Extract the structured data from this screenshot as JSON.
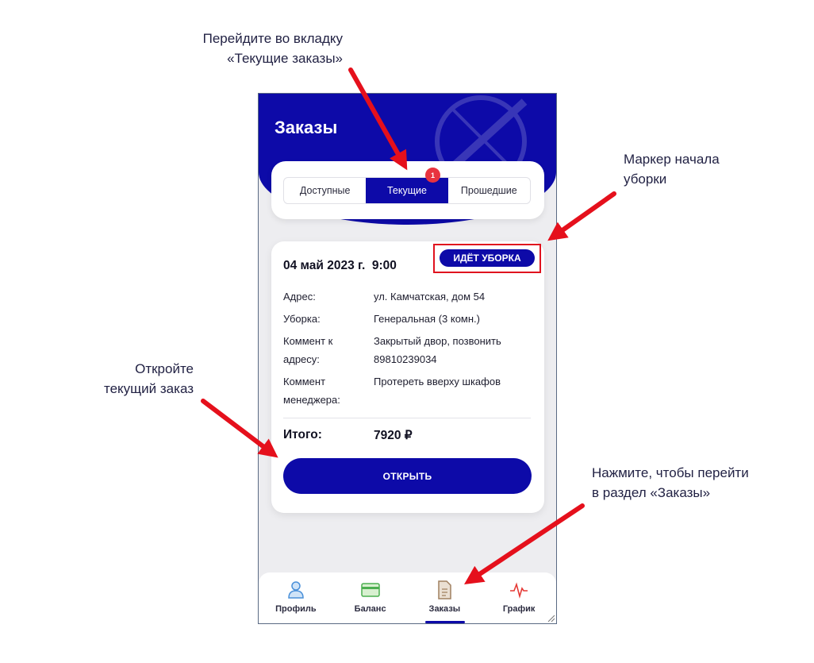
{
  "annotations": {
    "tab_hint": [
      "Перейдите во вкладку",
      "«Текущие заказы»"
    ],
    "marker_hint": [
      "Маркер начала",
      "уборки"
    ],
    "open_hint": [
      "Откройте",
      "текущий заказ"
    ],
    "nav_hint": [
      "Нажмите, чтобы перейти",
      "в раздел «Заказы»"
    ]
  },
  "header": {
    "title": "Заказы"
  },
  "tabs": {
    "items": [
      {
        "label": "Доступные",
        "active": false
      },
      {
        "label": "Текущие",
        "active": true,
        "badge": "1"
      },
      {
        "label": "Прошедшие",
        "active": false
      }
    ]
  },
  "order": {
    "status": "ИДЁТ УБОРКА",
    "date": "04 май 2023 г.",
    "time": "9:00",
    "rows": [
      {
        "label": "Адрес:",
        "value": "ул. Камчатская, дом 54"
      },
      {
        "label": "Уборка:",
        "value": "Генеральная (3 комн.)"
      },
      {
        "label": [
          "Коммент к",
          "адресу:"
        ],
        "value": [
          "Закрытый двор, позвонить",
          "89810239034"
        ]
      },
      {
        "label": [
          "Коммент",
          "менеджера:"
        ],
        "value": "Протереть вверху шкафов"
      }
    ],
    "total_label": "Итого:",
    "total_value": "7920 ₽",
    "open_button": "ОТКРЫТЬ"
  },
  "bottom_nav": {
    "items": [
      {
        "label": "Профиль",
        "icon": "profile-icon",
        "color": "#4a90d9"
      },
      {
        "label": "Баланс",
        "icon": "card-icon",
        "color": "#4caf50"
      },
      {
        "label": "Заказы",
        "icon": "document-icon",
        "color": "#a08060",
        "active": true
      },
      {
        "label": "График",
        "icon": "pulse-chart-icon",
        "color": "#e53935"
      }
    ]
  },
  "colors": {
    "brand": "#0d0aa8",
    "badge": "#e8333f",
    "callout": "#e0121e",
    "background": "#ededf0"
  }
}
